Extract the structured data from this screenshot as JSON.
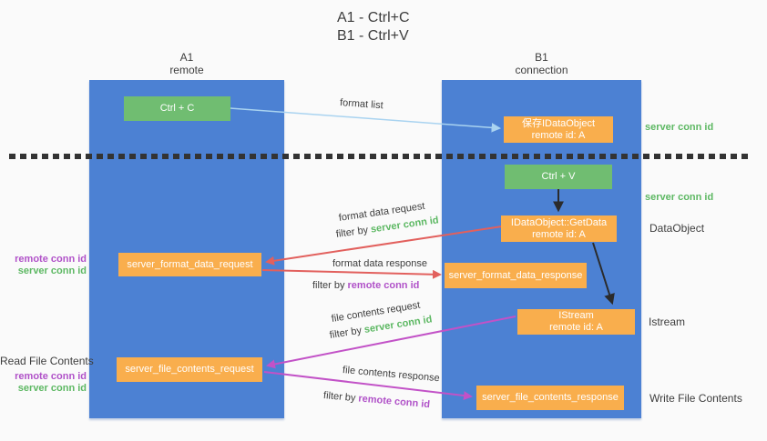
{
  "title": {
    "line1": "A1 - Ctrl+C",
    "line2": "B1 - Ctrl+V"
  },
  "columns": {
    "left": {
      "name": "A1",
      "role": "remote"
    },
    "right": {
      "name": "B1",
      "role": "connection"
    }
  },
  "nodes": {
    "ctrl_c": {
      "label": "Ctrl + C"
    },
    "ctrl_v": {
      "label": "Ctrl + V"
    },
    "save_idataobject": {
      "line1": "保存IDataObject",
      "line2": "remote id: A"
    },
    "idataobject_getdata": {
      "line1": "IDataObject::GetData",
      "line2": "remote id: A"
    },
    "istream": {
      "line1": "IStream",
      "line2": "remote id: A"
    },
    "server_format_data_request": {
      "label": "server_format_data_request"
    },
    "server_format_data_response": {
      "label": "server_format_data_response"
    },
    "server_file_contents_request": {
      "label": "server_file_contents_request"
    },
    "server_file_contents_response": {
      "label": "server_file_contents_response"
    }
  },
  "arrow_labels": {
    "format_list": "format list",
    "format_data_request": "format data request",
    "format_data_request_filter": {
      "prefix": "filter by ",
      "value": "server conn id"
    },
    "format_data_response": "format data response",
    "format_data_response_filter": {
      "prefix": "filter by ",
      "value": "remote conn id"
    },
    "file_contents_request": "file contents request",
    "file_contents_request_filter": {
      "prefix": "filter by ",
      "value": "server conn id"
    },
    "file_contents_response": "file contents response",
    "file_contents_response_filter": {
      "prefix": "filter by ",
      "value": "remote conn id"
    }
  },
  "side_labels": {
    "server_conn_id_top_right": "server conn id",
    "server_conn_id_mid_right": "server conn id",
    "dataobject": "DataObject",
    "istream": "Istream",
    "write_file_contents": "Write File Contents",
    "read_file_contents": "Read File Contents",
    "remote_conn_id_left_top": "remote conn id",
    "server_conn_id_left_top": "server conn id",
    "remote_conn_id_left_bottom": "remote conn id",
    "server_conn_id_left_bottom": "server conn id"
  },
  "arrows": {
    "format_list_arrow": {
      "color": "#a9d3f0",
      "direction": "ctrl_c → save_idataobject"
    },
    "ctrl_v_to_getdata_arrow": {
      "color": "#2b2b2b",
      "direction": "ctrl_v → idataobject_getdata"
    },
    "getdata_to_istream_arrow": {
      "color": "#2b2b2b",
      "direction": "idataobject_getdata → istream"
    },
    "format_data_request_arrow": {
      "color": "#e2605d",
      "direction": "idataobject_getdata → server_format_data_request"
    },
    "format_data_response_arrow": {
      "color": "#e2605d",
      "direction": "server_format_data_request → server_format_data_response"
    },
    "file_contents_request_arrow": {
      "color": "#c252c7",
      "direction": "istream → server_file_contents_request"
    },
    "file_contents_response_arrow": {
      "color": "#c252c7",
      "direction": "server_file_contents_request → server_file_contents_response"
    }
  },
  "colors": {
    "column_blue": "#4c81d3",
    "node_green": "#70bd71",
    "node_orange": "#f9ae4d",
    "label_green": "#5db863",
    "label_purple": "#b051c8",
    "arrow_lightblue": "#a9d3f0",
    "arrow_red": "#e2605d",
    "arrow_magenta": "#c252c7",
    "arrow_black": "#2b2b2b",
    "text_dark": "#3d3d3d",
    "background": "#fafafa",
    "separator": "#333333"
  }
}
